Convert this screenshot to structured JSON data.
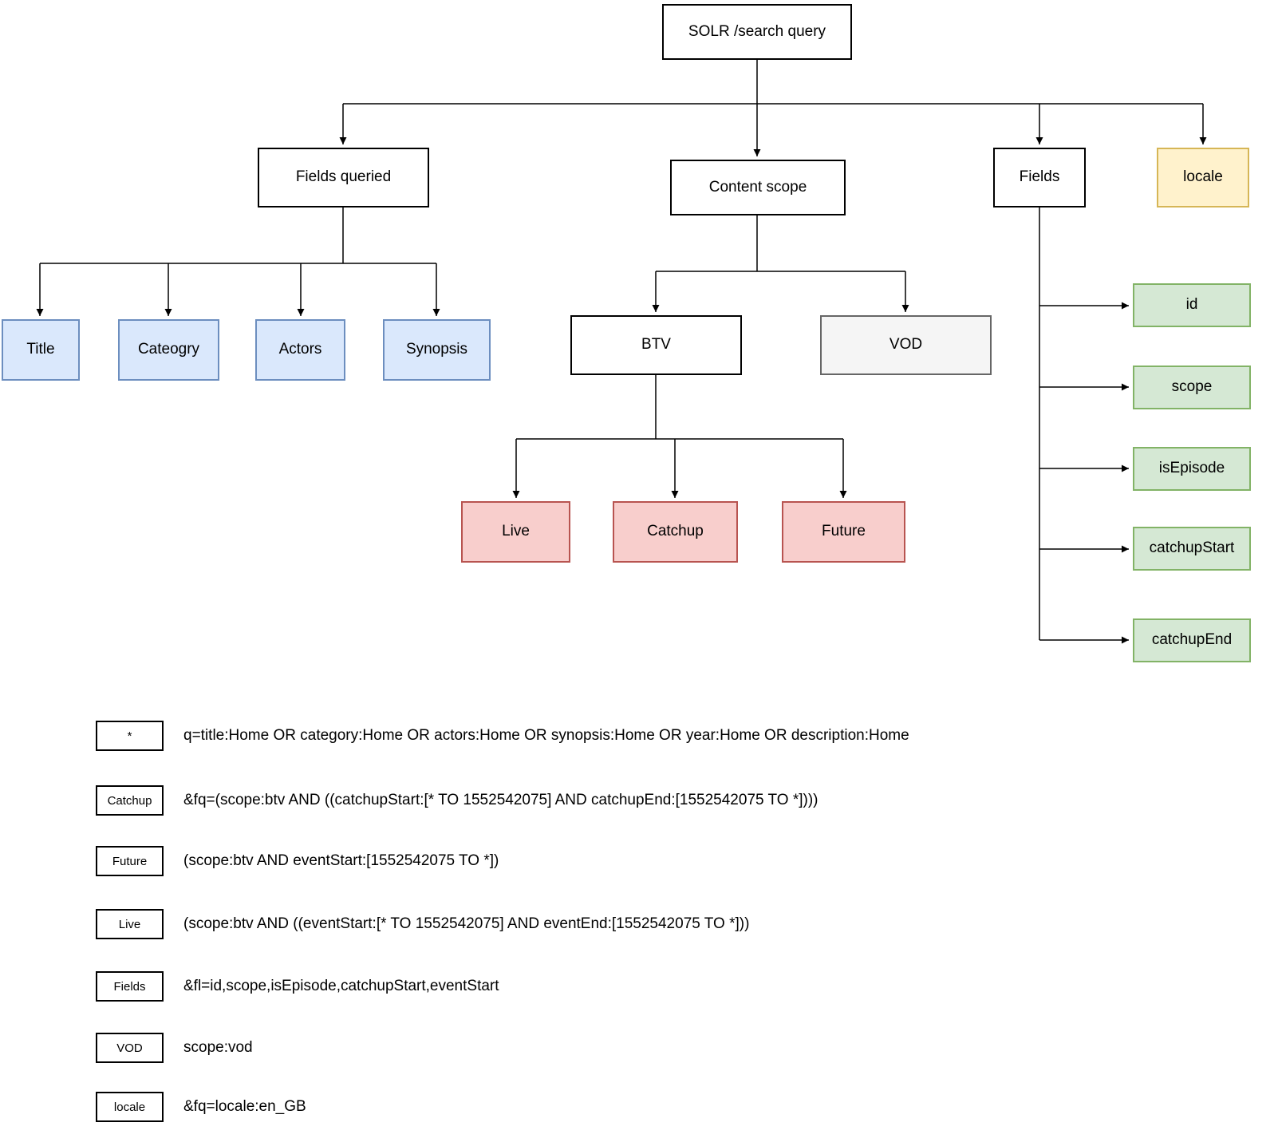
{
  "diagram": {
    "root": {
      "label": "SOLR /search query"
    },
    "nodes": {
      "fields_queried": "Fields queried",
      "content_scope": "Content scope",
      "fields": "Fields",
      "locale": "locale",
      "title": "Title",
      "category": "Cateogry",
      "actors": "Actors",
      "synopsis": "Synopsis",
      "btv": "BTV",
      "vod": "VOD",
      "live": "Live",
      "catchup": "Catchup",
      "future": "Future",
      "field_id": "id",
      "field_scope": "scope",
      "field_isEpisode": "isEpisode",
      "field_catchupStart": "catchupStart",
      "field_catchupEnd": "catchupEnd"
    },
    "legend": [
      {
        "key": "*",
        "color": "blue",
        "text": "q=title:Home OR category:Home OR actors:Home OR synopsis:Home OR year:Home OR description:Home"
      },
      {
        "key": "Catchup",
        "color": "red",
        "text": "&fq=(scope:btv AND ((catchupStart:[* TO 1552542075] AND catchupEnd:[1552542075 TO *])))"
      },
      {
        "key": "Future",
        "color": "red",
        "text": "(scope:btv AND eventStart:[1552542075 TO *])"
      },
      {
        "key": "Live",
        "color": "red",
        "text": "(scope:btv AND ((eventStart:[* TO 1552542075] AND eventEnd:[1552542075 TO *]))"
      },
      {
        "key": "Fields",
        "color": "green",
        "text": "&fl=id,scope,isEpisode,catchupStart,eventStart"
      },
      {
        "key": "VOD",
        "color": "gray",
        "text": "scope:vod"
      },
      {
        "key": "locale",
        "color": "yellow",
        "text": "&fq=locale:en_GB"
      }
    ],
    "colors": {
      "blue_fill": "#dae8fc",
      "blue_border": "#6c8ebf",
      "red_fill": "#f8cecc",
      "red_border": "#b85450",
      "green_fill": "#d5e8d4",
      "green_border": "#82b366",
      "yellow_fill": "#fff2cc",
      "yellow_border": "#d6b656",
      "gray_fill": "#f5f5f5",
      "gray_border": "#666666",
      "line": "#000000"
    }
  }
}
